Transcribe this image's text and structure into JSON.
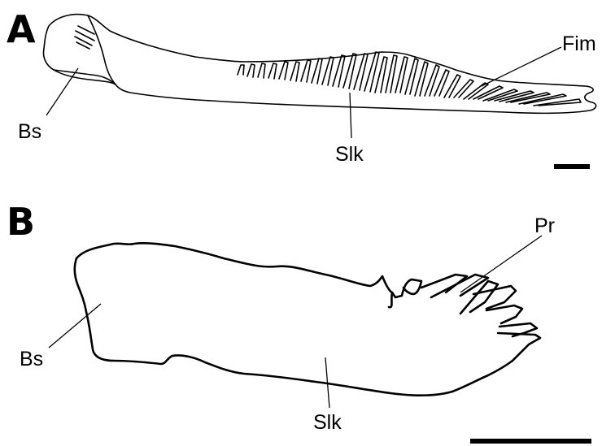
{
  "panels": {
    "a": {
      "letter": "A",
      "labels": {
        "bs": "Bs",
        "slk": "Slk",
        "fim": "Fim"
      }
    },
    "b": {
      "letter": "B",
      "labels": {
        "bs": "Bs",
        "slk": "Slk",
        "pr": "Pr"
      }
    }
  },
  "colors": {
    "ink": "#000000",
    "background": "#ffffff"
  }
}
